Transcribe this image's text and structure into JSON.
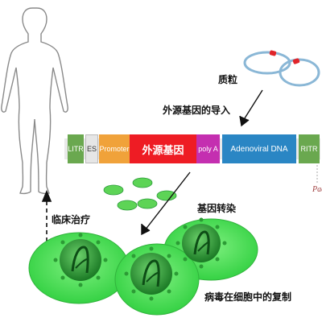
{
  "labels": {
    "plasmid": "质粒",
    "import": "外源基因的导入",
    "transfection": "基因转染",
    "clinical": "临床治疗",
    "replication": "病毒在细胞中的复制"
  },
  "construct": {
    "litr": "LITR",
    "es": "ES",
    "promoter": "Promoter",
    "gene": "外源基因",
    "polya": "poly A",
    "adeno": "Adenoviral DNA",
    "ritr": "RITR",
    "pac": "Pac"
  },
  "colors": {
    "promoter": "#f0a23a",
    "gene": "#ee1c24",
    "polya": "#c42fb0",
    "adeno": "#2a86c4",
    "itr": "#6aa84f",
    "cell": "#39d84a",
    "virus": "#1f8a2a"
  }
}
